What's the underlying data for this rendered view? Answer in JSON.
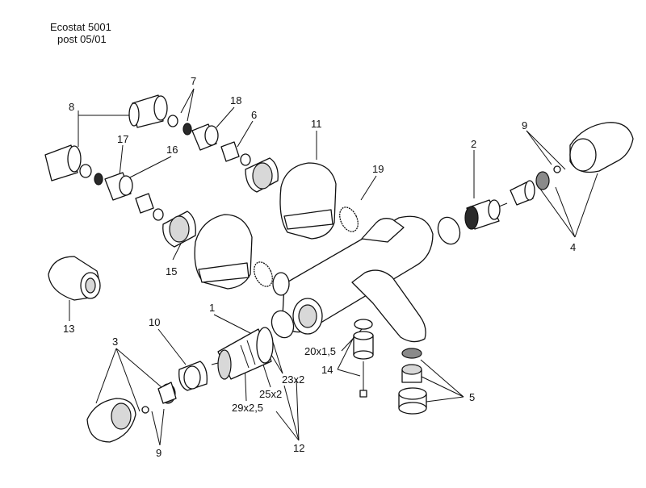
{
  "title": {
    "line1": "Ecostat 5001",
    "line2": "post 05/01"
  },
  "labels": {
    "n1": "1",
    "n2": "2",
    "n3": "3",
    "n4": "4",
    "n5": "5",
    "n6": "6",
    "n7": "7",
    "n8": "8",
    "n9a": "9",
    "n9b": "9",
    "n10": "10",
    "n11": "11",
    "n12": "12",
    "n13": "13",
    "n14": "14",
    "n15": "15",
    "n16": "16",
    "n17": "17",
    "n18": "18",
    "n19": "19",
    "s20x15": "20x1,5",
    "s23x2": "23x2",
    "s25x2": "25x2",
    "s29x25": "29x2,5"
  }
}
